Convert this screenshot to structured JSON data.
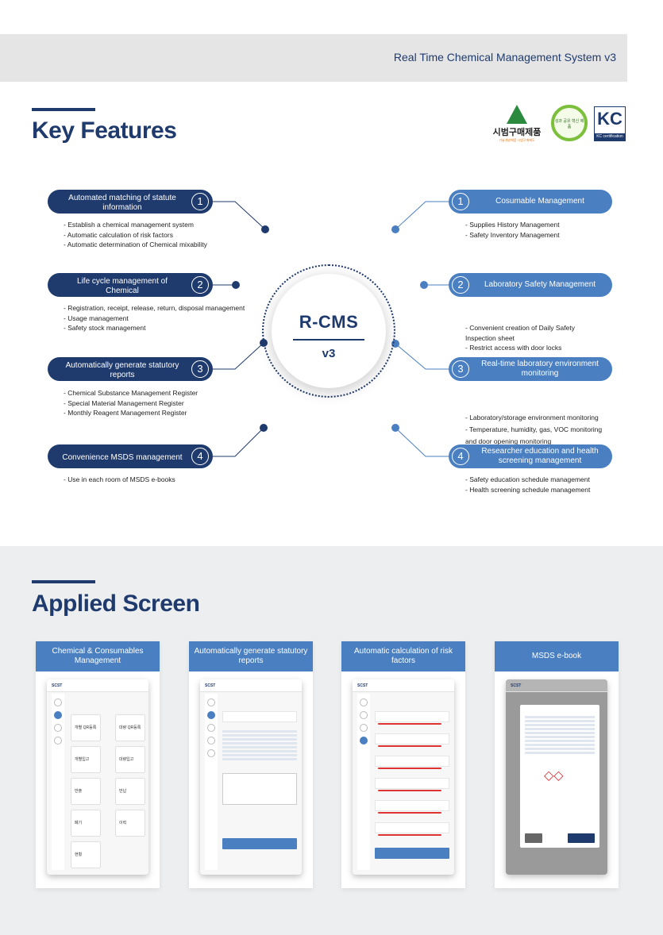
{
  "header": {
    "system_title": "Real Time Chemical Management System v3"
  },
  "key_features": {
    "heading": "Key Features",
    "center": {
      "name": "R-CMS",
      "version": "v3"
    },
    "left": [
      {
        "num": "1",
        "title": "Automated matching of statute information",
        "bullets": [
          "- Establish a chemical management system",
          "- Automatic calculation of risk factors",
          "- Automatic determination of Chemical mixability"
        ]
      },
      {
        "num": "2",
        "title": "Life cycle management of Chemical",
        "bullets": [
          "- Registration, receipt, release, return, disposal management",
          "- Usage management",
          "- Safety stock management"
        ]
      },
      {
        "num": "3",
        "title": "Automatically generate statutory reports",
        "bullets": [
          "- Chemical Substance Management Register",
          "- Special Material Management Register",
          "- Monthly Reagent Management Register"
        ]
      },
      {
        "num": "4",
        "title": "Convenience MSDS management",
        "bullets": [
          "- Use in each room of MSDS e-books"
        ]
      }
    ],
    "right": [
      {
        "num": "1",
        "title": "Cosumable Management",
        "bullets": [
          "- Supplies History Management",
          "- Safety Inventory Management"
        ]
      },
      {
        "num": "2",
        "title": "Laboratory Safety Management",
        "bullets": [
          "- Convenient creation of Daily Safety",
          "  Inspection sheet",
          "- Restrict access with door locks"
        ]
      },
      {
        "num": "3",
        "title": "Real-time laboratory environment monitoring",
        "bullets": [
          "- Laboratory/storage environment monitoring",
          "- Temperature, humidity, gas, VOC monitoring",
          "  and door opening monitoring"
        ]
      },
      {
        "num": "4",
        "title": "Researcher education and health screening management",
        "bullets": [
          "- Safety education schedule management",
          "- Health screening schedule management"
        ]
      }
    ]
  },
  "logos": {
    "procure_kr": "시범구매제품",
    "procure_sub": "기술개발제품 시범구매제도",
    "cert_b": "성과 공유 혁신 제품",
    "kc_label": "KC certification",
    "kc_mark": "KC"
  },
  "applied": {
    "heading": "Applied Screen",
    "cards": [
      {
        "title": "Chemical & Consumables Management"
      },
      {
        "title": "Automatically generate statutory reports"
      },
      {
        "title": "Automatic calculation of risk factors"
      },
      {
        "title": "MSDS e-book"
      }
    ],
    "shot_brand": "SCST",
    "tiles": [
      "개별 QR등록",
      "대량 QR등록",
      "개별입고",
      "대량입고",
      "반출",
      "반납",
      "폐기",
      "이력",
      "현황"
    ]
  }
}
